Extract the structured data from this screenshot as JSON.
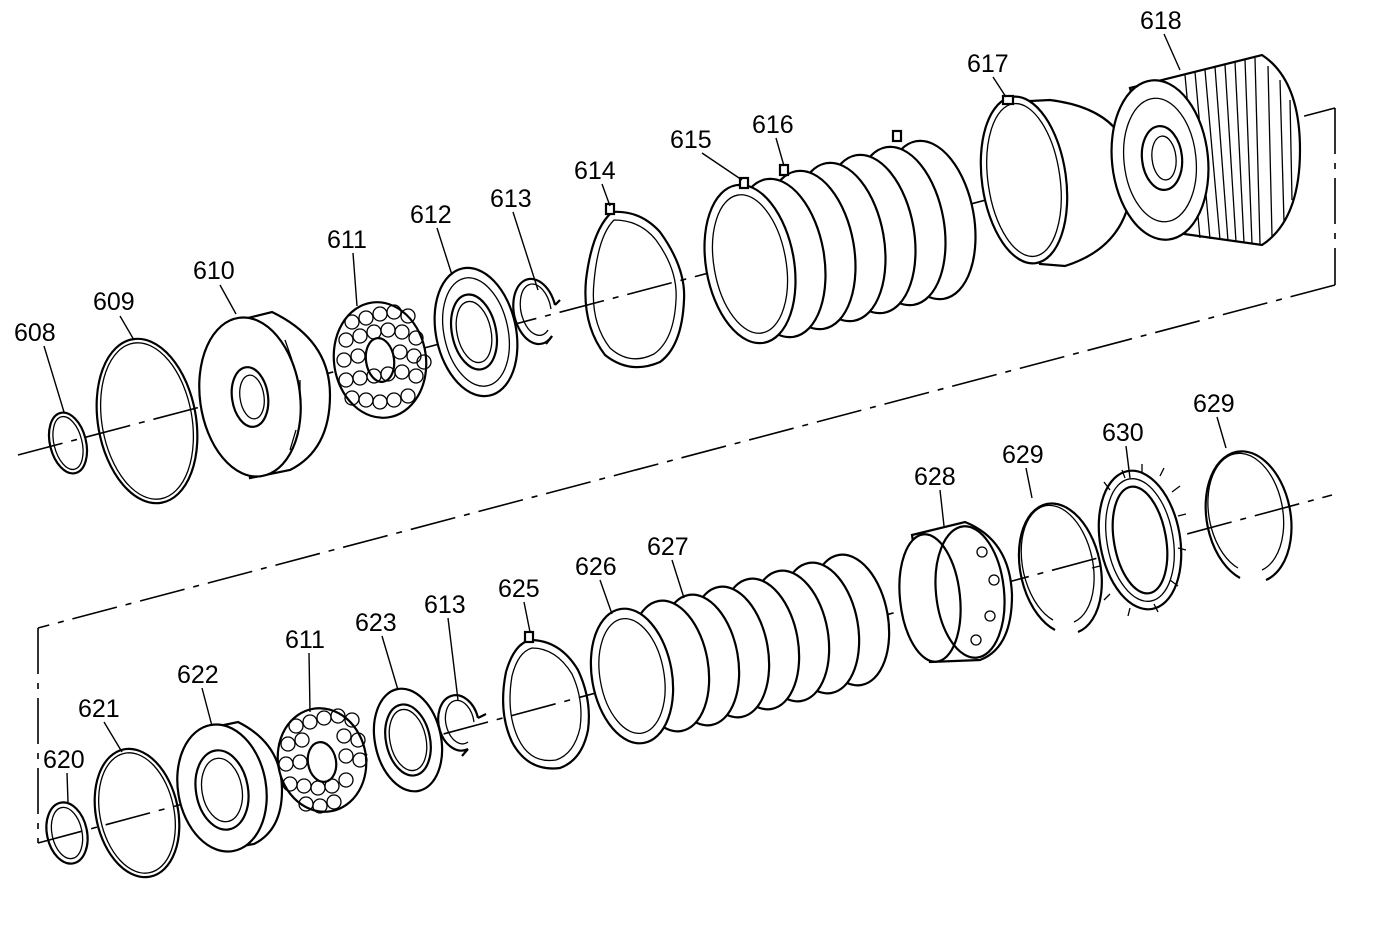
{
  "diagram": {
    "labels": [
      {
        "id": "608",
        "text": "608"
      },
      {
        "id": "609",
        "text": "609"
      },
      {
        "id": "610",
        "text": "610"
      },
      {
        "id": "611a",
        "text": "611"
      },
      {
        "id": "612",
        "text": "612"
      },
      {
        "id": "613a",
        "text": "613"
      },
      {
        "id": "614",
        "text": "614"
      },
      {
        "id": "615",
        "text": "615"
      },
      {
        "id": "616",
        "text": "616"
      },
      {
        "id": "617",
        "text": "617"
      },
      {
        "id": "618",
        "text": "618"
      },
      {
        "id": "620",
        "text": "620"
      },
      {
        "id": "621",
        "text": "621"
      },
      {
        "id": "622",
        "text": "622"
      },
      {
        "id": "611b",
        "text": "611"
      },
      {
        "id": "623",
        "text": "623"
      },
      {
        "id": "613b",
        "text": "613"
      },
      {
        "id": "625",
        "text": "625"
      },
      {
        "id": "626",
        "text": "626"
      },
      {
        "id": "627",
        "text": "627"
      },
      {
        "id": "628",
        "text": "628"
      },
      {
        "id": "629a",
        "text": "629"
      },
      {
        "id": "630",
        "text": "630"
      },
      {
        "id": "629b",
        "text": "629"
      }
    ]
  }
}
